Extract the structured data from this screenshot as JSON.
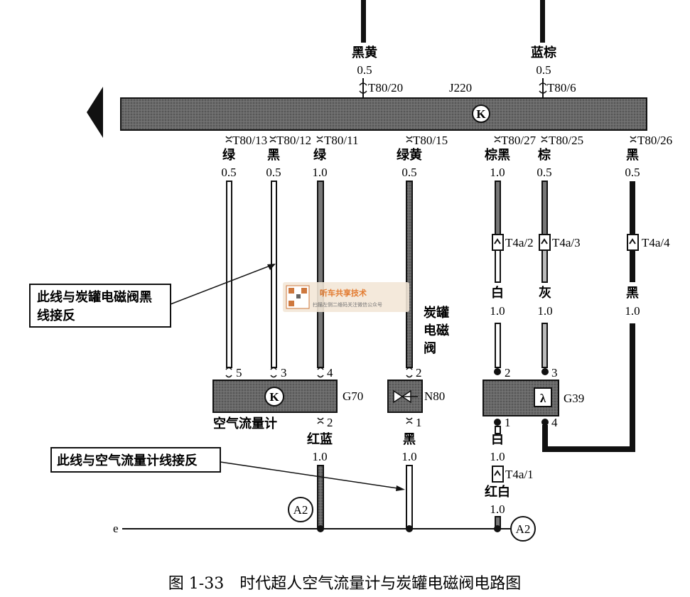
{
  "ecu": {
    "id": "J220",
    "symbol": "K"
  },
  "top_wires": [
    {
      "color": "黑黄",
      "size": "0.5",
      "pin": "T80/20"
    },
    {
      "color": "蓝棕",
      "size": "0.5",
      "pin": "T80/6"
    }
  ],
  "bottom_wires": [
    {
      "pin": "T80/13",
      "color": "绿",
      "size": "0.5"
    },
    {
      "pin": "T80/12",
      "color": "黑",
      "size": "0.5"
    },
    {
      "pin": "T80/11",
      "color": "绿",
      "size": "1.0"
    },
    {
      "pin": "T80/15",
      "color": "绿黄",
      "size": "0.5"
    },
    {
      "pin": "T80/27",
      "color": "棕黑",
      "size": "1.0"
    },
    {
      "pin": "T80/25",
      "color": "棕",
      "size": "0.5"
    },
    {
      "pin": "T80/26",
      "color": "黑",
      "size": "0.5"
    }
  ],
  "t4a_connectors": [
    {
      "pin": "T4a/2",
      "color": "白",
      "size": "1.0"
    },
    {
      "pin": "T4a/3",
      "color": "灰",
      "size": "1.0"
    },
    {
      "pin": "T4a/4",
      "color": "黑",
      "size": "1.0"
    }
  ],
  "components": {
    "g70": {
      "id": "G70",
      "name": "空气流量计",
      "symbol": "K",
      "pins": [
        "5",
        "3",
        "4",
        "2"
      ]
    },
    "n80": {
      "id": "N80",
      "name": "炭罐电磁阀",
      "pins": [
        "2",
        "1"
      ]
    },
    "g39": {
      "id": "G39",
      "symbol": "λ",
      "pins": [
        "2",
        "3",
        "1",
        "4"
      ]
    }
  },
  "lower_wires": {
    "g70_out": {
      "color": "红蓝",
      "size": "1.0"
    },
    "n80_out": {
      "color": "黑",
      "size": "1.0"
    },
    "g39_out": {
      "color": "白",
      "size": "1.0"
    },
    "t4a1": {
      "pin": "T4a/1",
      "color": "红白",
      "size": "1.0"
    }
  },
  "ground": {
    "label": "e",
    "ref": "A2"
  },
  "annotations": {
    "note1": "此线与炭罐电磁阀黑线接反",
    "note2": "此线与空气流量计线接反"
  },
  "watermark": {
    "title": "听车共享技术",
    "subtitle": "扫描左侧二维码关注微信公众号"
  },
  "caption": "图 1-33　时代超人空气流量计与炭罐电磁阀电路图"
}
